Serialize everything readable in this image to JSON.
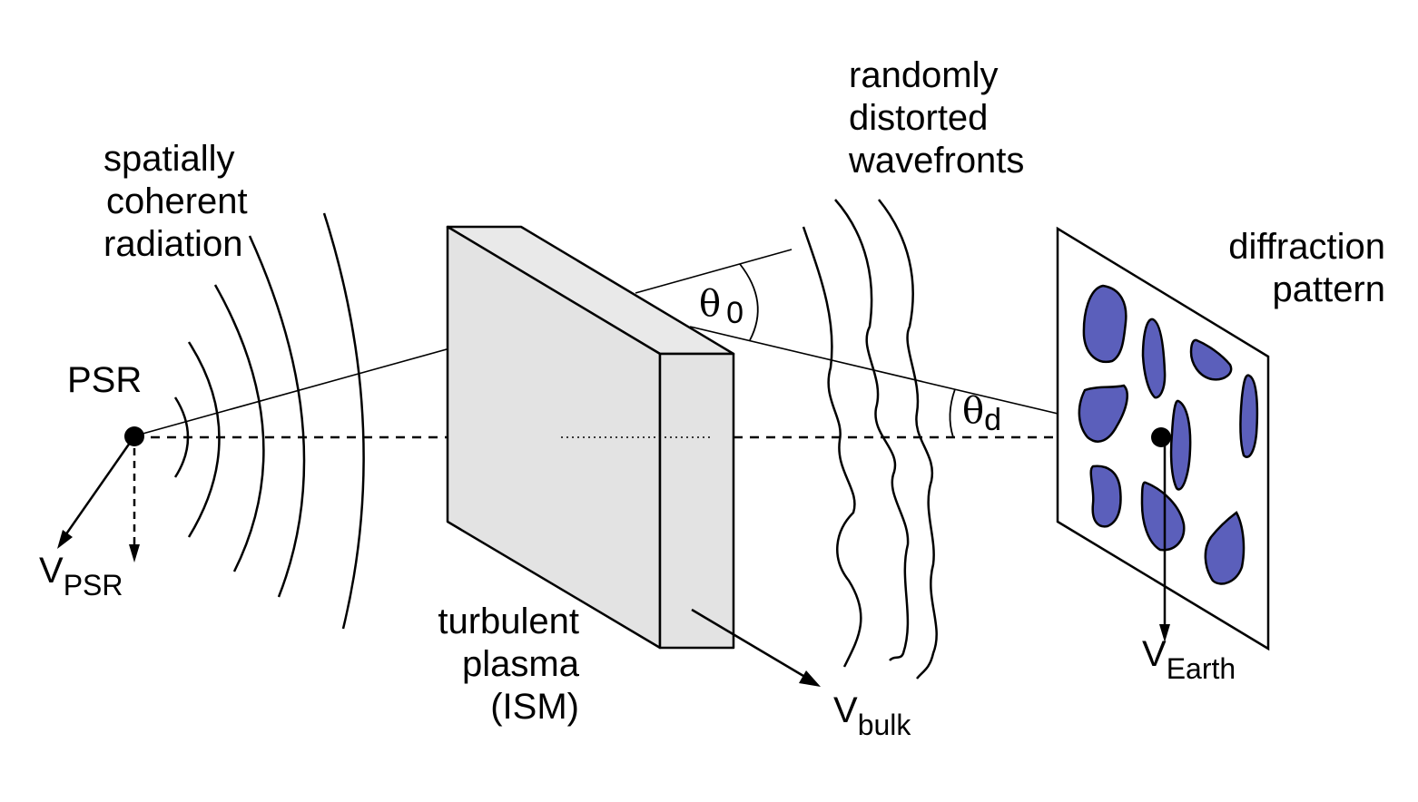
{
  "labels": {
    "psr": "PSR",
    "v": "V",
    "psr_sub": "PSR",
    "coherent": [
      "spatially",
      "coherent",
      "radiation"
    ],
    "plasma": [
      "turbulent",
      "plasma",
      "(ISM)"
    ],
    "bulk_sub": "bulk",
    "wavefronts": [
      "randomly",
      "distorted",
      "wavefronts"
    ],
    "diffraction": [
      "diffraction",
      "pattern"
    ],
    "earth_sub": "Earth",
    "theta": "θ",
    "theta0_sub": "0",
    "thetad_sub": "d"
  },
  "colors": {
    "blob_fill": "#5b5fbb",
    "slab_fill": "#e6e6e6",
    "ink": "#000000"
  }
}
